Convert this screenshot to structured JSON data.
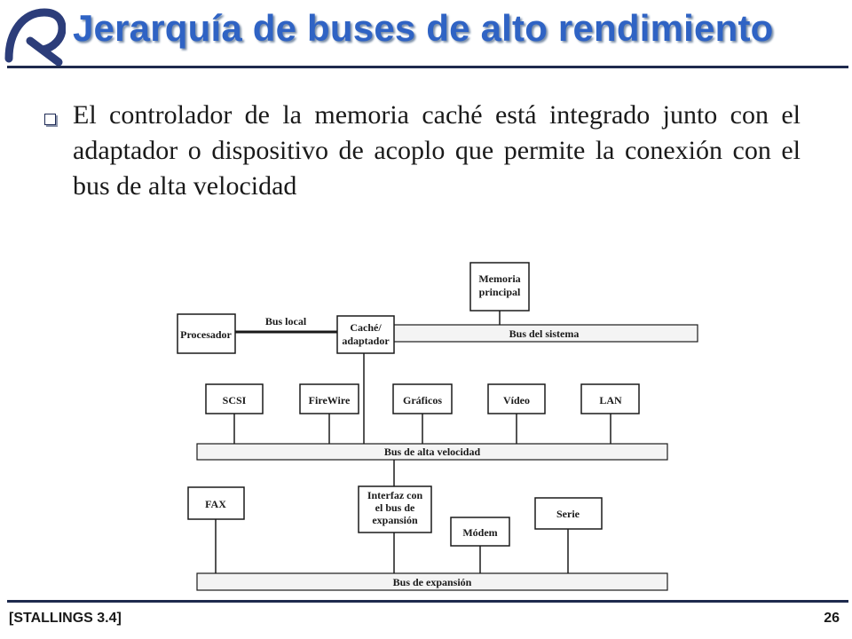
{
  "slide": {
    "title": "Jerarquía de buses de alto rendimiento",
    "bullet": "El controlador de la memoria caché está integrado junto con el adaptador o dispositivo de acoplo que permite la conexión con el bus de alta velocidad",
    "footer_ref": "[STALLINGS 3.4]",
    "page_number": "26",
    "colors": {
      "title": "#2f63c4",
      "rule": "#1e2a4d"
    }
  },
  "diagram": {
    "nodes": {
      "memoria_1": "Memoria",
      "memoria_2": "principal",
      "procesador": "Procesador",
      "cache_1": "Caché/",
      "cache_2": "adaptador",
      "scsi": "SCSI",
      "firewire": "FireWire",
      "graficos": "Gráficos",
      "video": "Vídeo",
      "lan": "LAN",
      "fax": "FAX",
      "interfaz_1": "Interfaz con",
      "interfaz_2": "el bus de",
      "interfaz_3": "expansión",
      "modem": "Módem",
      "serie": "Serie"
    },
    "buses": {
      "local": "Bus local",
      "sistema": "Bus del sistema",
      "alta_velocidad": "Bus de alta velocidad",
      "expansion": "Bus de expansión"
    }
  }
}
